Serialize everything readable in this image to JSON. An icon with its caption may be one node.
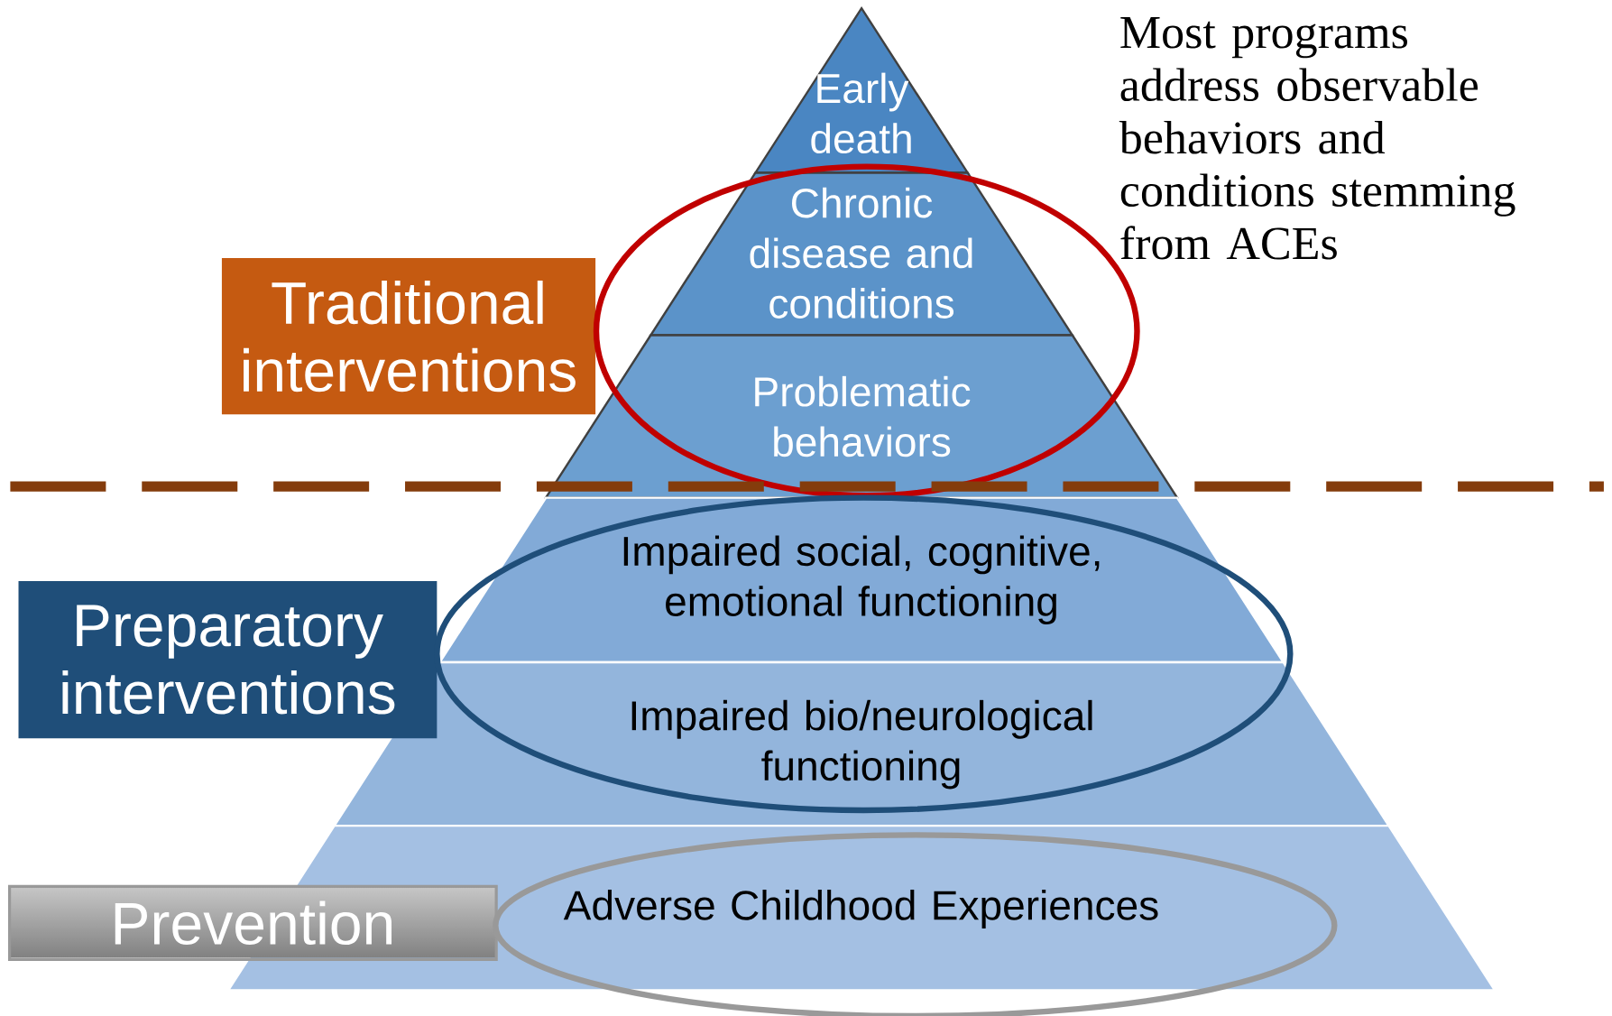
{
  "diagram": {
    "nodes": [
      {
        "text": [
          "Early death"
        ]
      },
      {
        "text": [
          "Chronic disease and conditions"
        ]
      },
      {
        "text": [
          "Problematic behaviors"
        ]
      },
      {
        "text": [
          "Impaired social, cognitive, emotional functioning"
        ]
      },
      {
        "text": [
          "Impaired bio/neurological functioning"
        ]
      },
      {
        "text": [
          "Adverse Childhood Experiences"
        ]
      },
      {
        "text": [
          "Traditional interventions"
        ]
      },
      {
        "text": [
          "Preparatory interventions"
        ]
      },
      {
        "text": [
          "Prevention"
        ]
      }
    ],
    "labels": [
      "Most programs address observable behaviors and conditions stemming from ACEs"
    ]
  }
}
